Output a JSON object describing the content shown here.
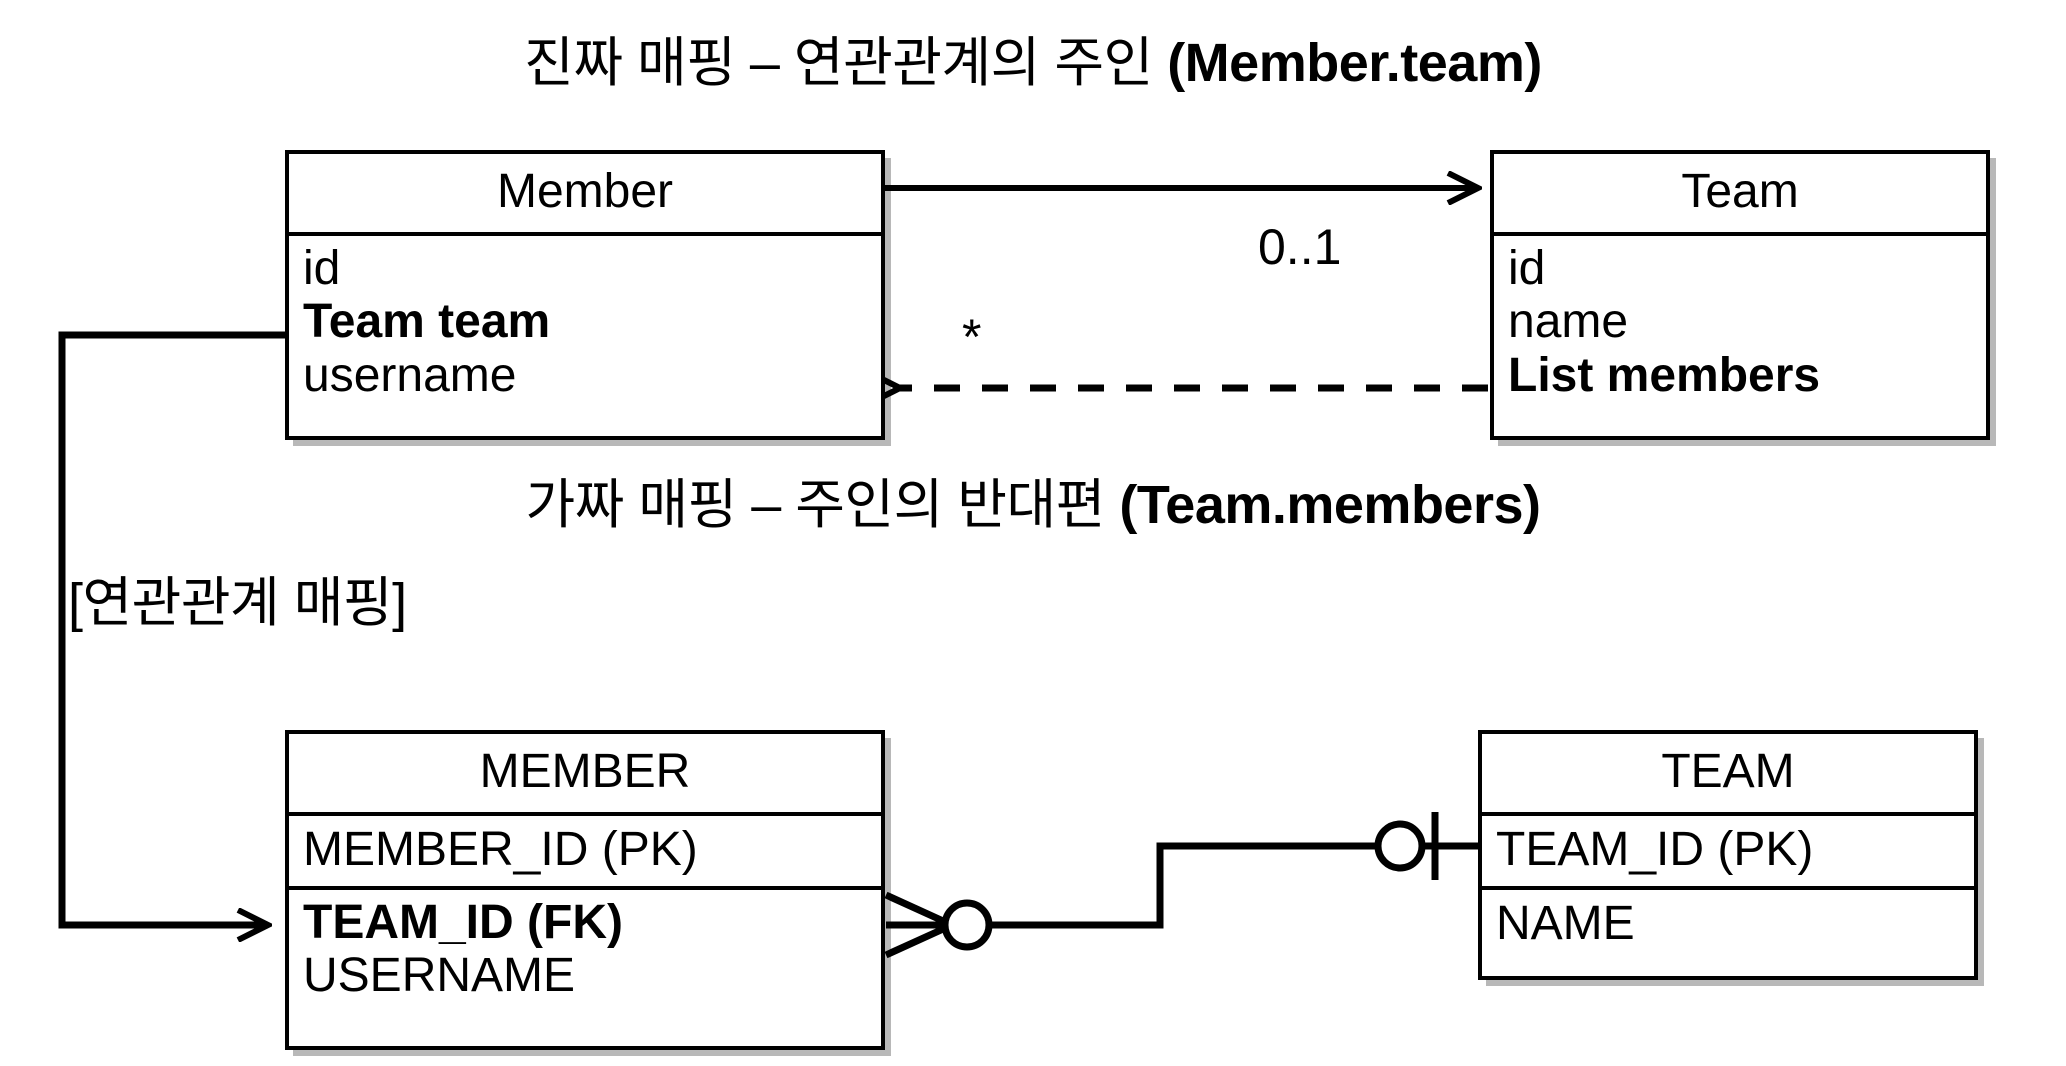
{
  "captions": {
    "top": {
      "korean": "진짜 매핑 – 연관관계의 주인 ",
      "code": "(Member.team)"
    },
    "bottom": {
      "korean": "가짜 매핑 – 주인의 반대편 ",
      "code": "(Team.members)"
    },
    "section_label": "[연관관계 매핑]"
  },
  "object_model": {
    "member": {
      "title": "Member",
      "attributes": [
        {
          "name": "id",
          "bold": false
        },
        {
          "name": "Team team",
          "bold": true
        },
        {
          "name": "username",
          "bold": false
        }
      ]
    },
    "team": {
      "title": "Team",
      "attributes": [
        {
          "name": "id",
          "bold": false
        },
        {
          "name": "name",
          "bold": false
        },
        {
          "name": "List members",
          "bold": true
        }
      ]
    },
    "associations": {
      "owning_multiplicity": "0..1",
      "inverse_multiplicity": "*"
    }
  },
  "relational_model": {
    "member_table": {
      "title": "MEMBER",
      "pk_column": "MEMBER_ID (PK)",
      "columns": [
        {
          "name": "TEAM_ID (FK)",
          "bold": true
        },
        {
          "name": "USERNAME",
          "bold": false
        }
      ]
    },
    "team_table": {
      "title": "TEAM",
      "pk_column": "TEAM_ID (PK)",
      "columns": [
        {
          "name": "NAME",
          "bold": false
        }
      ]
    }
  },
  "colors": {
    "stroke": "#000000",
    "background": "#ffffff"
  }
}
